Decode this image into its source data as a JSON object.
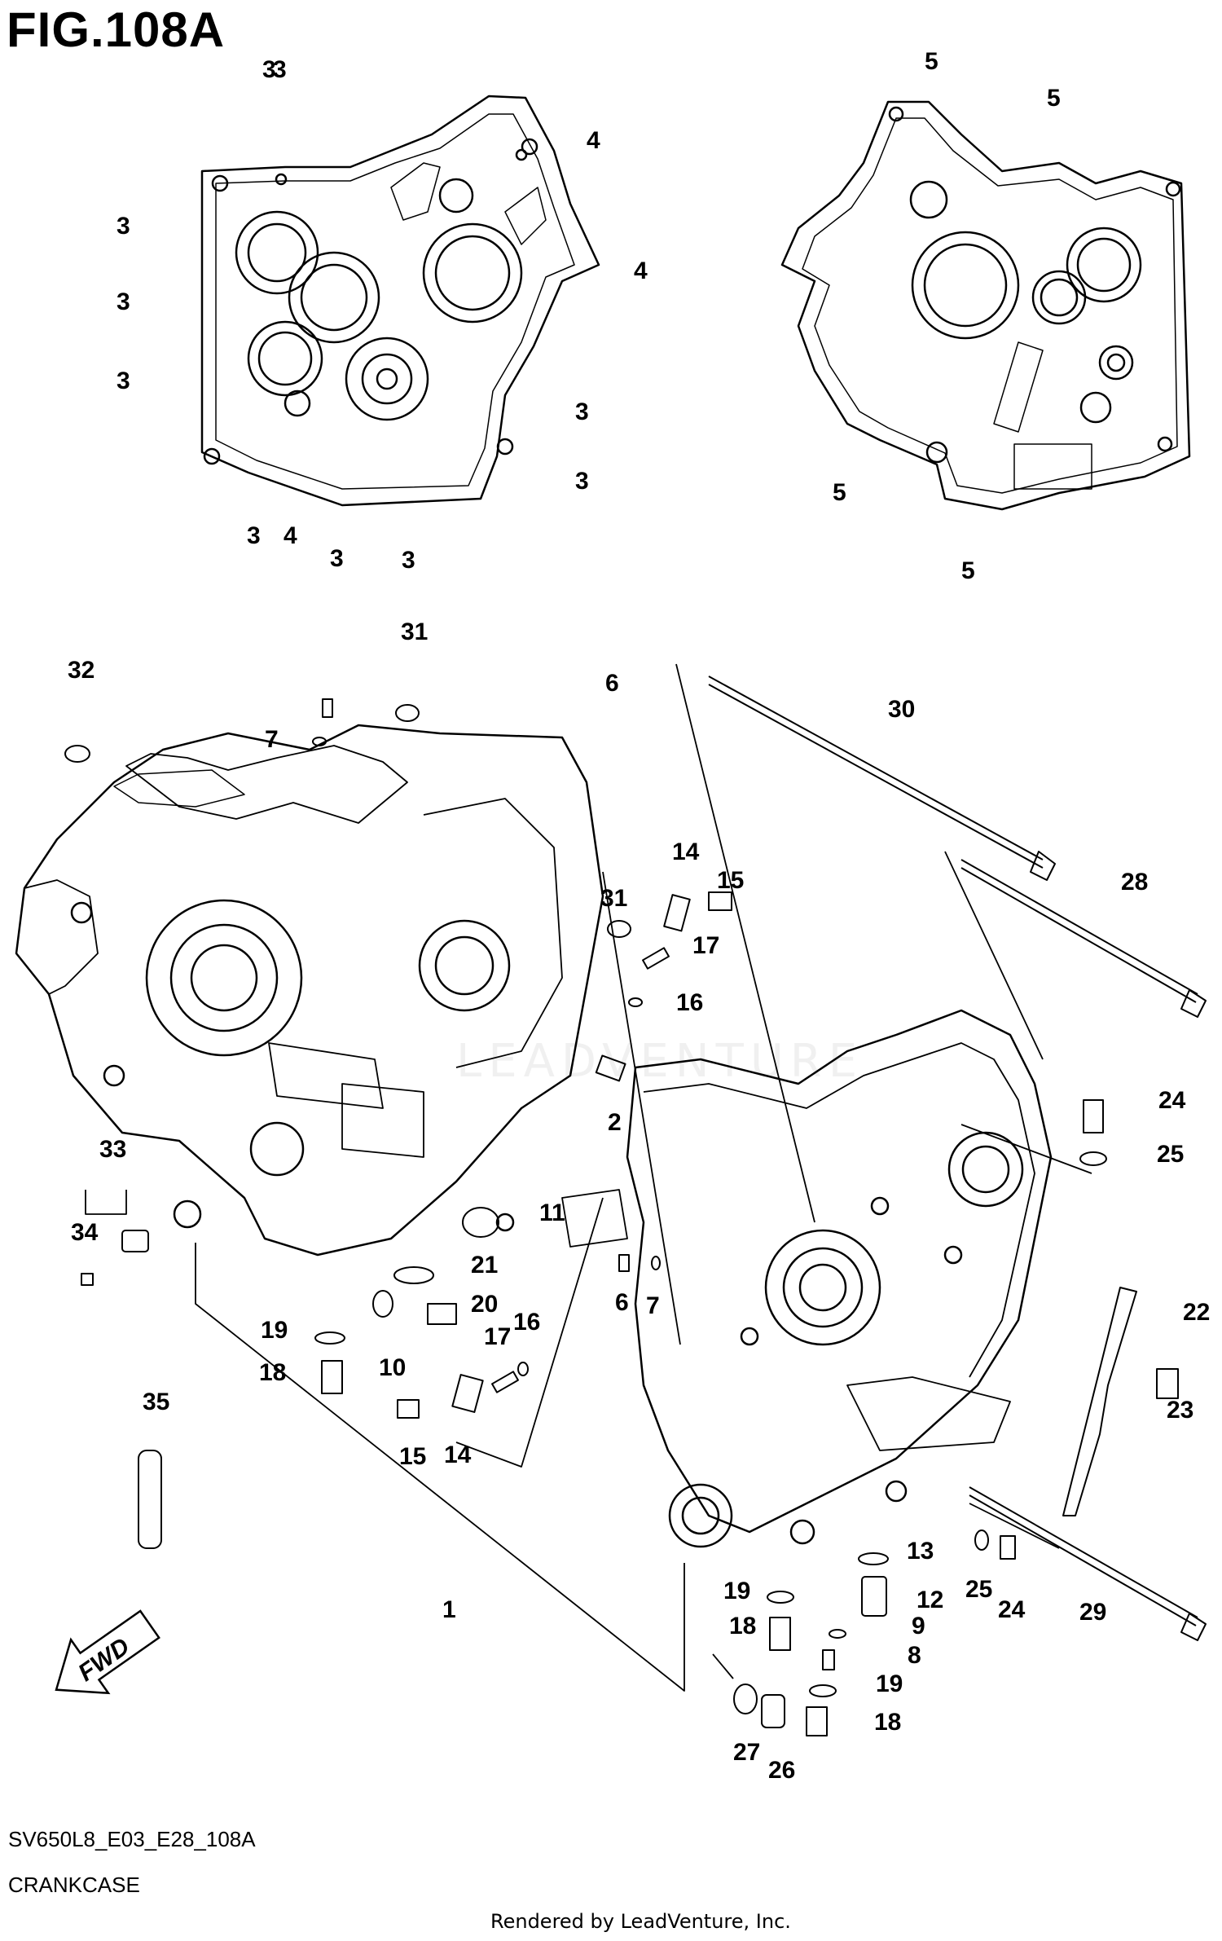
{
  "figure_title": "FIG.108A",
  "model_code": "SV650L8_E03_E28_108A",
  "section_name": "CRANKCASE",
  "render_credit": "Rendered by LeadVenture, Inc.",
  "watermark_text": "LEADVENTURE",
  "fwd_label": "FWD",
  "callouts": {
    "top_left": [
      "3",
      "3",
      "3",
      "3",
      "3",
      "3",
      "3",
      "3",
      "3",
      "3",
      "4",
      "4",
      "4"
    ],
    "top_right": [
      "5",
      "5",
      "5",
      "5"
    ],
    "main": [
      "1",
      "2",
      "6",
      "6",
      "7",
      "7",
      "8",
      "9",
      "10",
      "11",
      "12",
      "13",
      "14",
      "14",
      "15",
      "15",
      "16",
      "16",
      "17",
      "17",
      "18",
      "18",
      "18",
      "19",
      "19",
      "19",
      "20",
      "21",
      "22",
      "23",
      "24",
      "24",
      "25",
      "25",
      "26",
      "27",
      "28",
      "29",
      "30",
      "31",
      "31",
      "32",
      "33",
      "34",
      "35"
    ]
  }
}
